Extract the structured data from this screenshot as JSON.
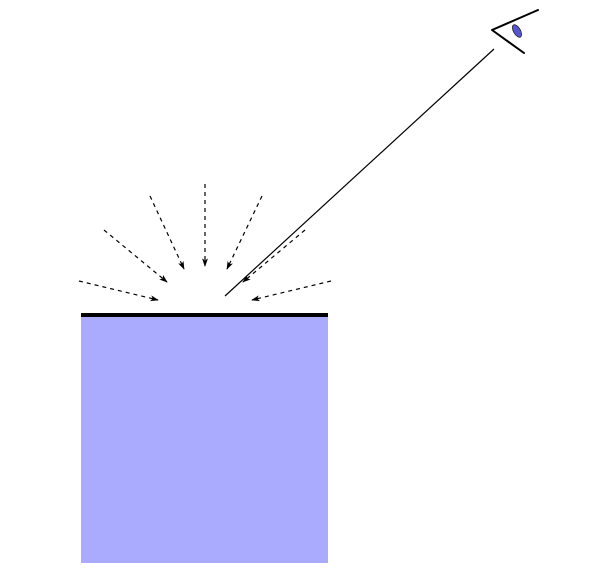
{
  "colors": {
    "background": "#ffffff",
    "block_fill": "#aaaaff",
    "surface_line": "#000000",
    "ray": "#000000",
    "eye_pupil": "#5555cc",
    "eye_outline": "#000000"
  },
  "diagram": {
    "incoming_rays_style": "dashed",
    "incoming_ray_count": 7,
    "view_ray_style": "solid",
    "icons": [
      "eye-icon"
    ]
  }
}
